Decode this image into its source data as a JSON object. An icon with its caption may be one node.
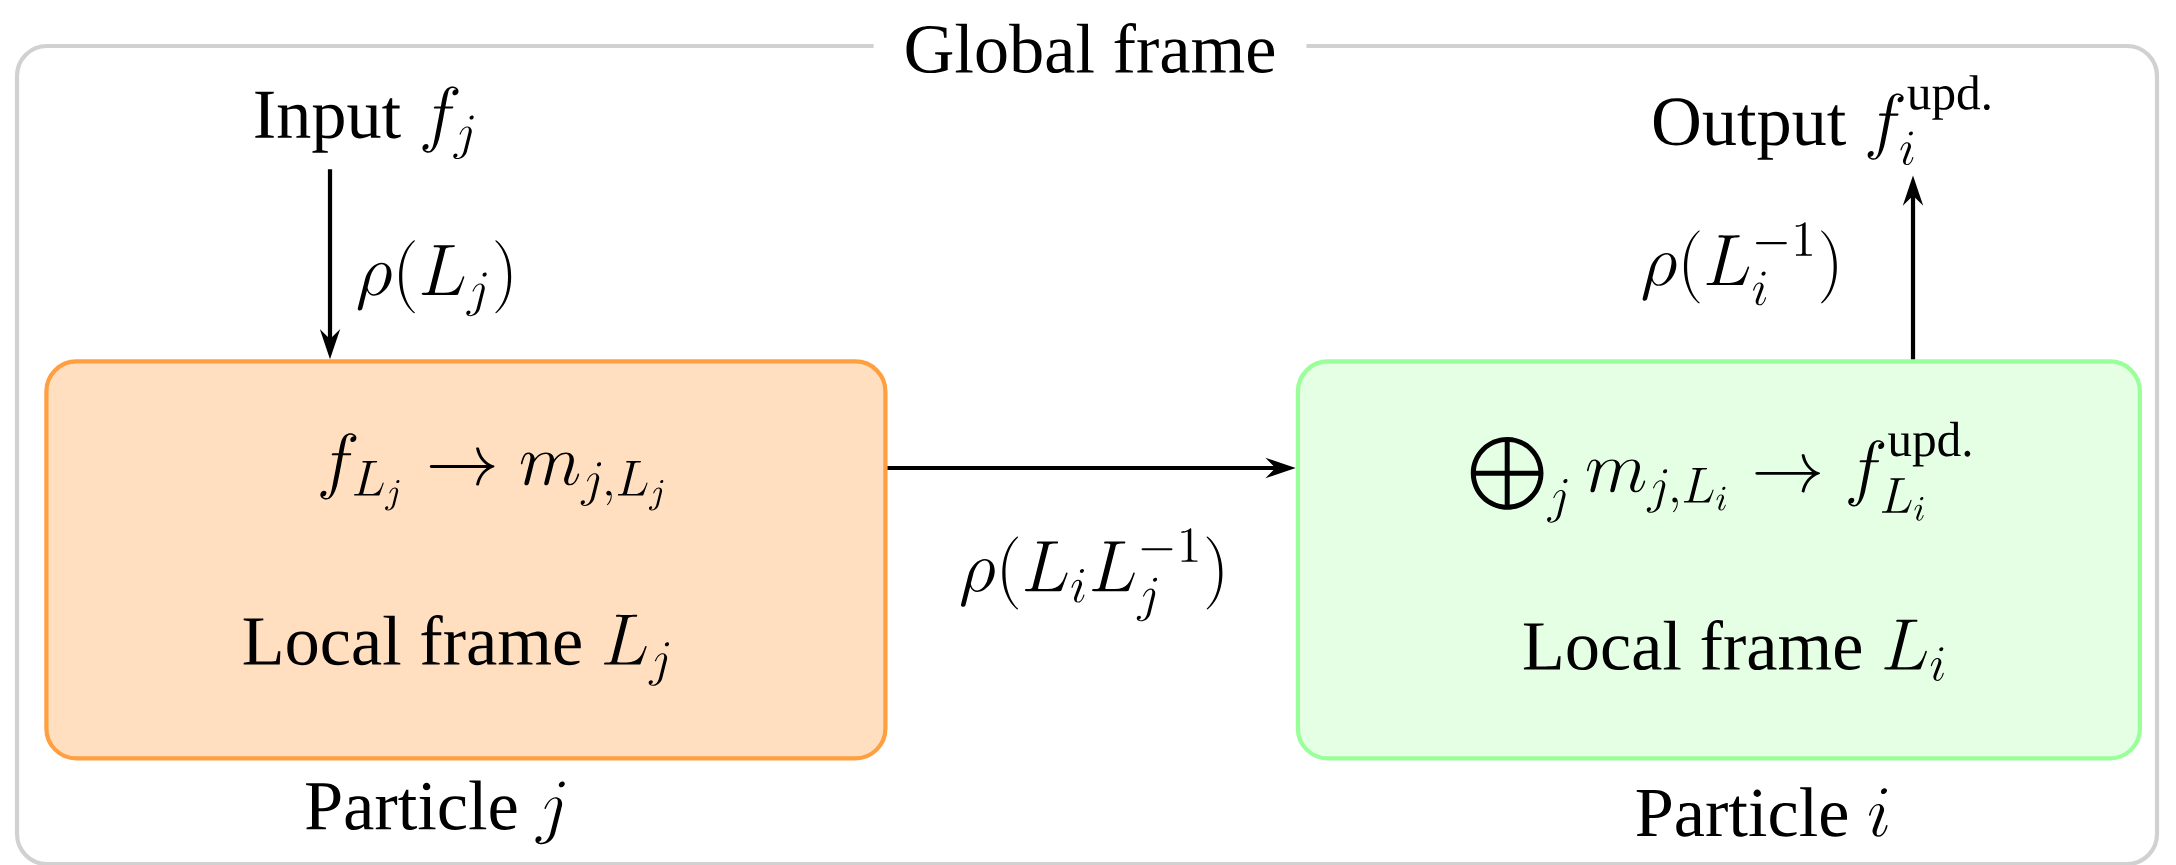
{
  "diagram": {
    "nodes": [
      {
        "text": [
          "Global frame"
        ]
      },
      {
        "text": [
          "\\text{Input }f_j"
        ],
        "in": 0
      },
      {
        "text": [
          "f_{L_j} \\to m_{j,L_j}",
          "\\text{Local frame }L_j"
        ],
        "beside": [
          "\\text{Particle }j"
        ],
        "in": 0
      },
      {
        "text": [
          "\\bigoplus\\nolimits_j m_{j,L_i} \\to f^{\\text{upd.}}_{L_i}",
          "\\text{Local frame }L_i"
        ],
        "beside": [
          "\\text{Particle }i"
        ],
        "in": 0
      },
      {
        "text": [
          "\\text{Output }f_i^{\\text{upd.}}"
        ],
        "in": 0
      }
    ],
    "edges": [
      {
        "from": 1,
        "to": 2,
        "arrow": "to",
        "label": "\\rho(L_j)"
      },
      {
        "from": 2,
        "to": 3,
        "arrow": "to",
        "label": "\\rho(L_i L_j^{-1})"
      },
      {
        "from": 3,
        "to": 4,
        "arrow": "to",
        "label": "\\rho(L_i^{-1})"
      }
    ]
  }
}
